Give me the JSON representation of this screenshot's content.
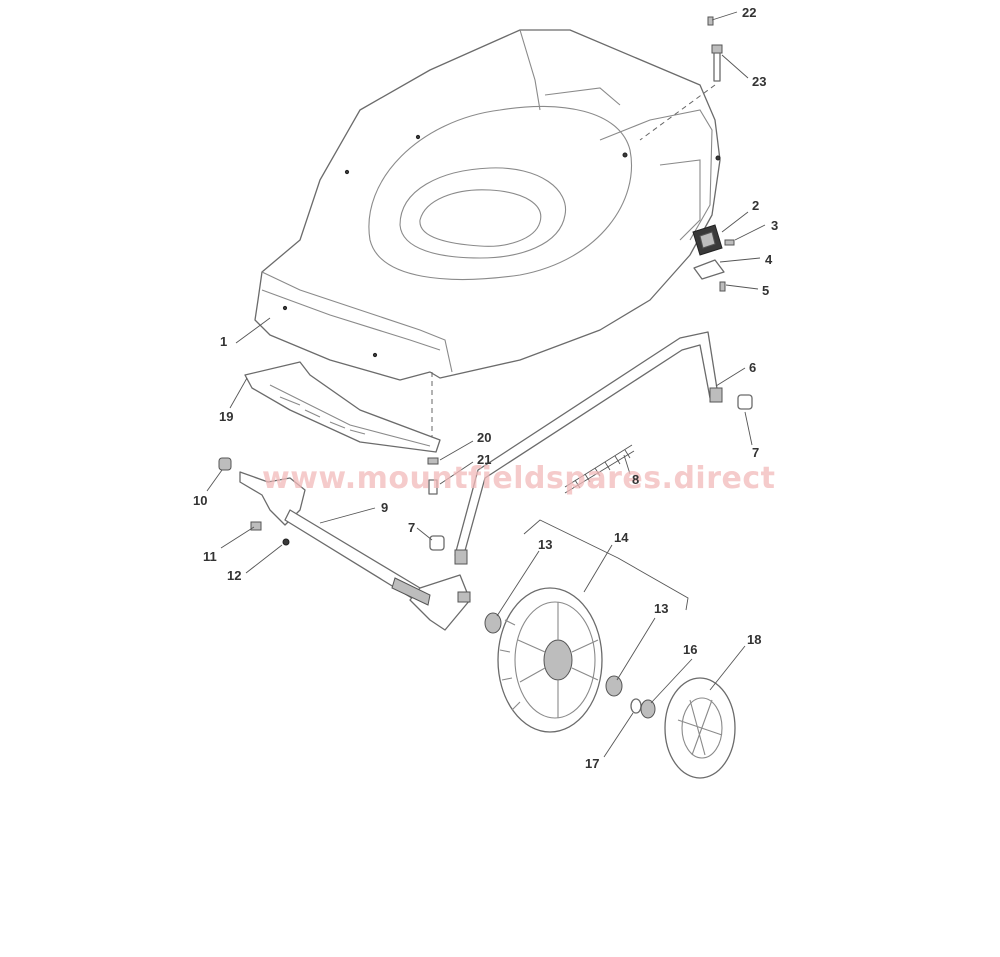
{
  "watermark": "www.mountfieldspares.direct",
  "callouts": {
    "c1": "1",
    "c2": "2",
    "c3": "3",
    "c4": "4",
    "c5": "5",
    "c6": "6",
    "c7a": "7",
    "c7b": "7",
    "c8": "8",
    "c9": "9",
    "c10": "10",
    "c11": "11",
    "c12": "12",
    "c13a": "13",
    "c13b": "13",
    "c14": "14",
    "c16": "16",
    "c17": "17",
    "c18": "18",
    "c19": "19",
    "c20": "20",
    "c21": "21",
    "c22": "22",
    "c23": "23"
  }
}
